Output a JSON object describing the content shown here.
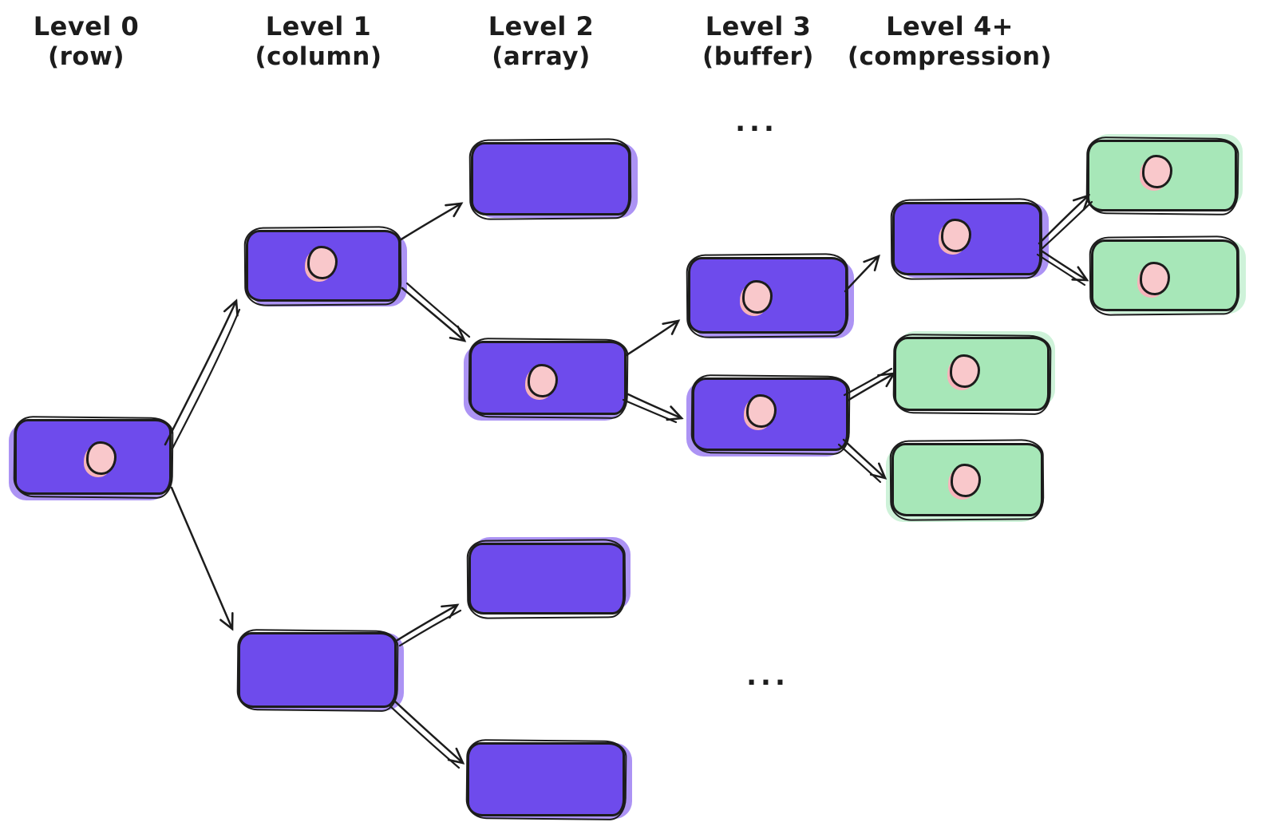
{
  "columns": [
    {
      "id": "level-0",
      "title": "Level 0",
      "subtitle": "(row)"
    },
    {
      "id": "level-1",
      "title": "Level 1",
      "subtitle": "(column)"
    },
    {
      "id": "level-2",
      "title": "Level 2",
      "subtitle": "(array)"
    },
    {
      "id": "level-3",
      "title": "Level 3",
      "subtitle": "(buffer)"
    },
    {
      "id": "level-4",
      "title": "Level 4+",
      "subtitle": "(compression)"
    }
  ],
  "ellipsis_top": "...",
  "ellipsis_bottom": "...",
  "colors": {
    "canvas": "#ffffff",
    "ink": "#1c1c1c",
    "purple": "#6e4bec",
    "purple-soft": "#9d80f2",
    "green": "#a7e7b8",
    "green-soft": "#c6f0d2",
    "pink": "#f9c8cb",
    "pink-soft": "#f7b3ba"
  },
  "nodes": [
    {
      "id": "root",
      "level": 0,
      "column": "row",
      "fill": "purple",
      "has_dot": true
    },
    {
      "id": "col-1",
      "level": 1,
      "column": "column",
      "fill": "purple",
      "has_dot": true
    },
    {
      "id": "col-2",
      "level": 1,
      "column": "column",
      "fill": "purple",
      "has_dot": false
    },
    {
      "id": "arr-1",
      "level": 2,
      "column": "array",
      "fill": "purple",
      "has_dot": false
    },
    {
      "id": "arr-2",
      "level": 2,
      "column": "array",
      "fill": "purple",
      "has_dot": true
    },
    {
      "id": "arr-3",
      "level": 2,
      "column": "array",
      "fill": "purple",
      "has_dot": false
    },
    {
      "id": "arr-4",
      "level": 2,
      "column": "array",
      "fill": "purple",
      "has_dot": false
    },
    {
      "id": "buf-1",
      "level": 3,
      "column": "buffer",
      "fill": "purple",
      "has_dot": true
    },
    {
      "id": "buf-2",
      "level": 3,
      "column": "buffer",
      "fill": "purple",
      "has_dot": true
    },
    {
      "id": "comp-1",
      "level": 4,
      "column": "compression",
      "fill": "purple",
      "has_dot": true
    },
    {
      "id": "comp-2",
      "level": 4,
      "column": "compression",
      "fill": "green",
      "has_dot": true
    },
    {
      "id": "comp-3",
      "level": 4,
      "column": "compression",
      "fill": "green",
      "has_dot": true
    },
    {
      "id": "comp-4",
      "level": 4,
      "column": "compression",
      "fill": "green",
      "has_dot": true
    },
    {
      "id": "comp-5",
      "level": 4,
      "column": "compression",
      "fill": "green",
      "has_dot": true
    }
  ],
  "edges": [
    {
      "from": "root",
      "to": "col-1",
      "style": "double"
    },
    {
      "from": "root",
      "to": "col-2",
      "style": "single"
    },
    {
      "from": "col-1",
      "to": "arr-1",
      "style": "single"
    },
    {
      "from": "col-1",
      "to": "arr-2",
      "style": "double"
    },
    {
      "from": "col-2",
      "to": "arr-3",
      "style": "double"
    },
    {
      "from": "col-2",
      "to": "arr-4",
      "style": "double"
    },
    {
      "from": "arr-2",
      "to": "buf-1",
      "style": "single"
    },
    {
      "from": "arr-2",
      "to": "buf-2",
      "style": "double"
    },
    {
      "from": "buf-1",
      "to": "comp-1",
      "style": "single"
    },
    {
      "from": "comp-1",
      "to": "comp-2",
      "style": "double"
    },
    {
      "from": "comp-1",
      "to": "comp-3",
      "style": "double"
    },
    {
      "from": "buf-2",
      "to": "comp-4",
      "style": "double"
    },
    {
      "from": "buf-2",
      "to": "comp-5",
      "style": "double"
    }
  ]
}
